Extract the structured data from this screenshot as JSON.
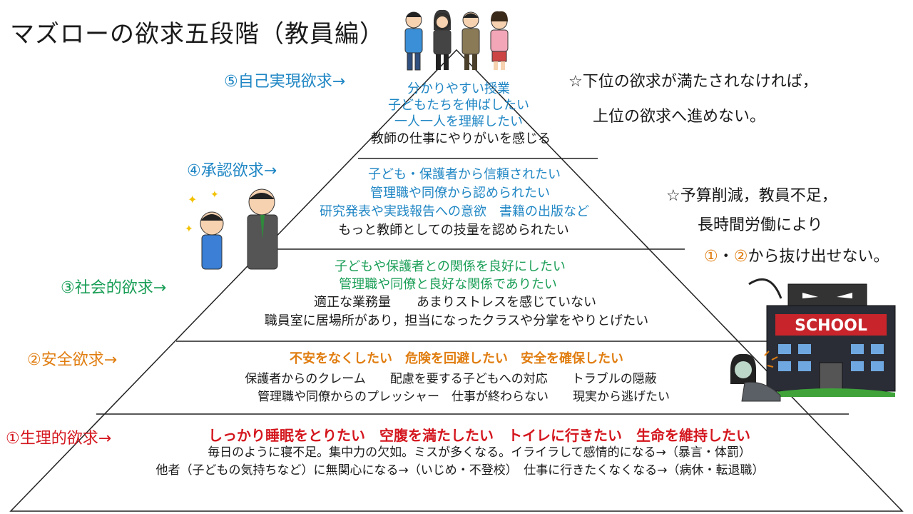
{
  "title": "マズローの欲求五段階（教員編）",
  "levels": {
    "l5": {
      "label": "⑤自己実現欲求→",
      "lines": [
        "分かりやすい授業",
        "子どもたちを伸ばしたい",
        "一人一人を理解したい",
        "教師の仕事にやりがいを感じる"
      ]
    },
    "l4": {
      "label": "④承認欲求→",
      "lines": [
        "子ども・保護者から信頼されたい",
        "管理職や同僚から認められたい",
        "研究発表や実践報告への意欲　書籍の出版など",
        "もっと教師としての技量を認められたい"
      ]
    },
    "l3": {
      "label": "③社会的欲求→",
      "lines": [
        "子どもや保護者との関係を良好にしたい",
        "管理職や同僚と良好な関係でありたい",
        "適正な業務量　　あまりストレスを感じていない",
        "職員室に居場所があり，担当になったクラスや分掌をやりとげたい"
      ]
    },
    "l2": {
      "label": "②安全欲求→",
      "lines": [
        "不安をなくしたい　危険を回避したい　安全を確保したい",
        "保護者からのクレーム　　配慮を要する子どもへの対応　　トラブルの隠蔽",
        "管理職や同僚からのプレッシャー　仕事が終わらない　　現実から逃げたい"
      ]
    },
    "l1": {
      "label": "①生理的欲求→",
      "lines": [
        "しっかり睡眠をとりたい　空腹を満たしたい　トイレに行きたい　生命を維持したい",
        "毎日のように寝不足。集中力の欠如。ミスが多くなる。イライラして感情的になる→（暴言・体罰）",
        "他者（子どもの気持ちなど）に無関心になる→（いじめ・不登校）　仕事に行きたくなくなる→（病休・転退職）"
      ]
    }
  },
  "notes": {
    "n1_line1": "☆下位の欲求が満たされなければ，",
    "n1_line2": "上位の欲求へ進めない。",
    "n2_line1": "☆予算削減，教員不足，",
    "n2_line2": "長時間労働により",
    "n2_c1": "①",
    "n2_dot": "・",
    "n2_c2": "②",
    "n2_rest": "から抜け出せない。"
  },
  "school_sign": "SCHOOL",
  "colors": {
    "level5": "#1f86c4",
    "level4": "#1f86c4",
    "level3": "#1a9e56",
    "level2": "#e07d10",
    "level1": "#d4161e",
    "text": "#1a1a1a"
  }
}
